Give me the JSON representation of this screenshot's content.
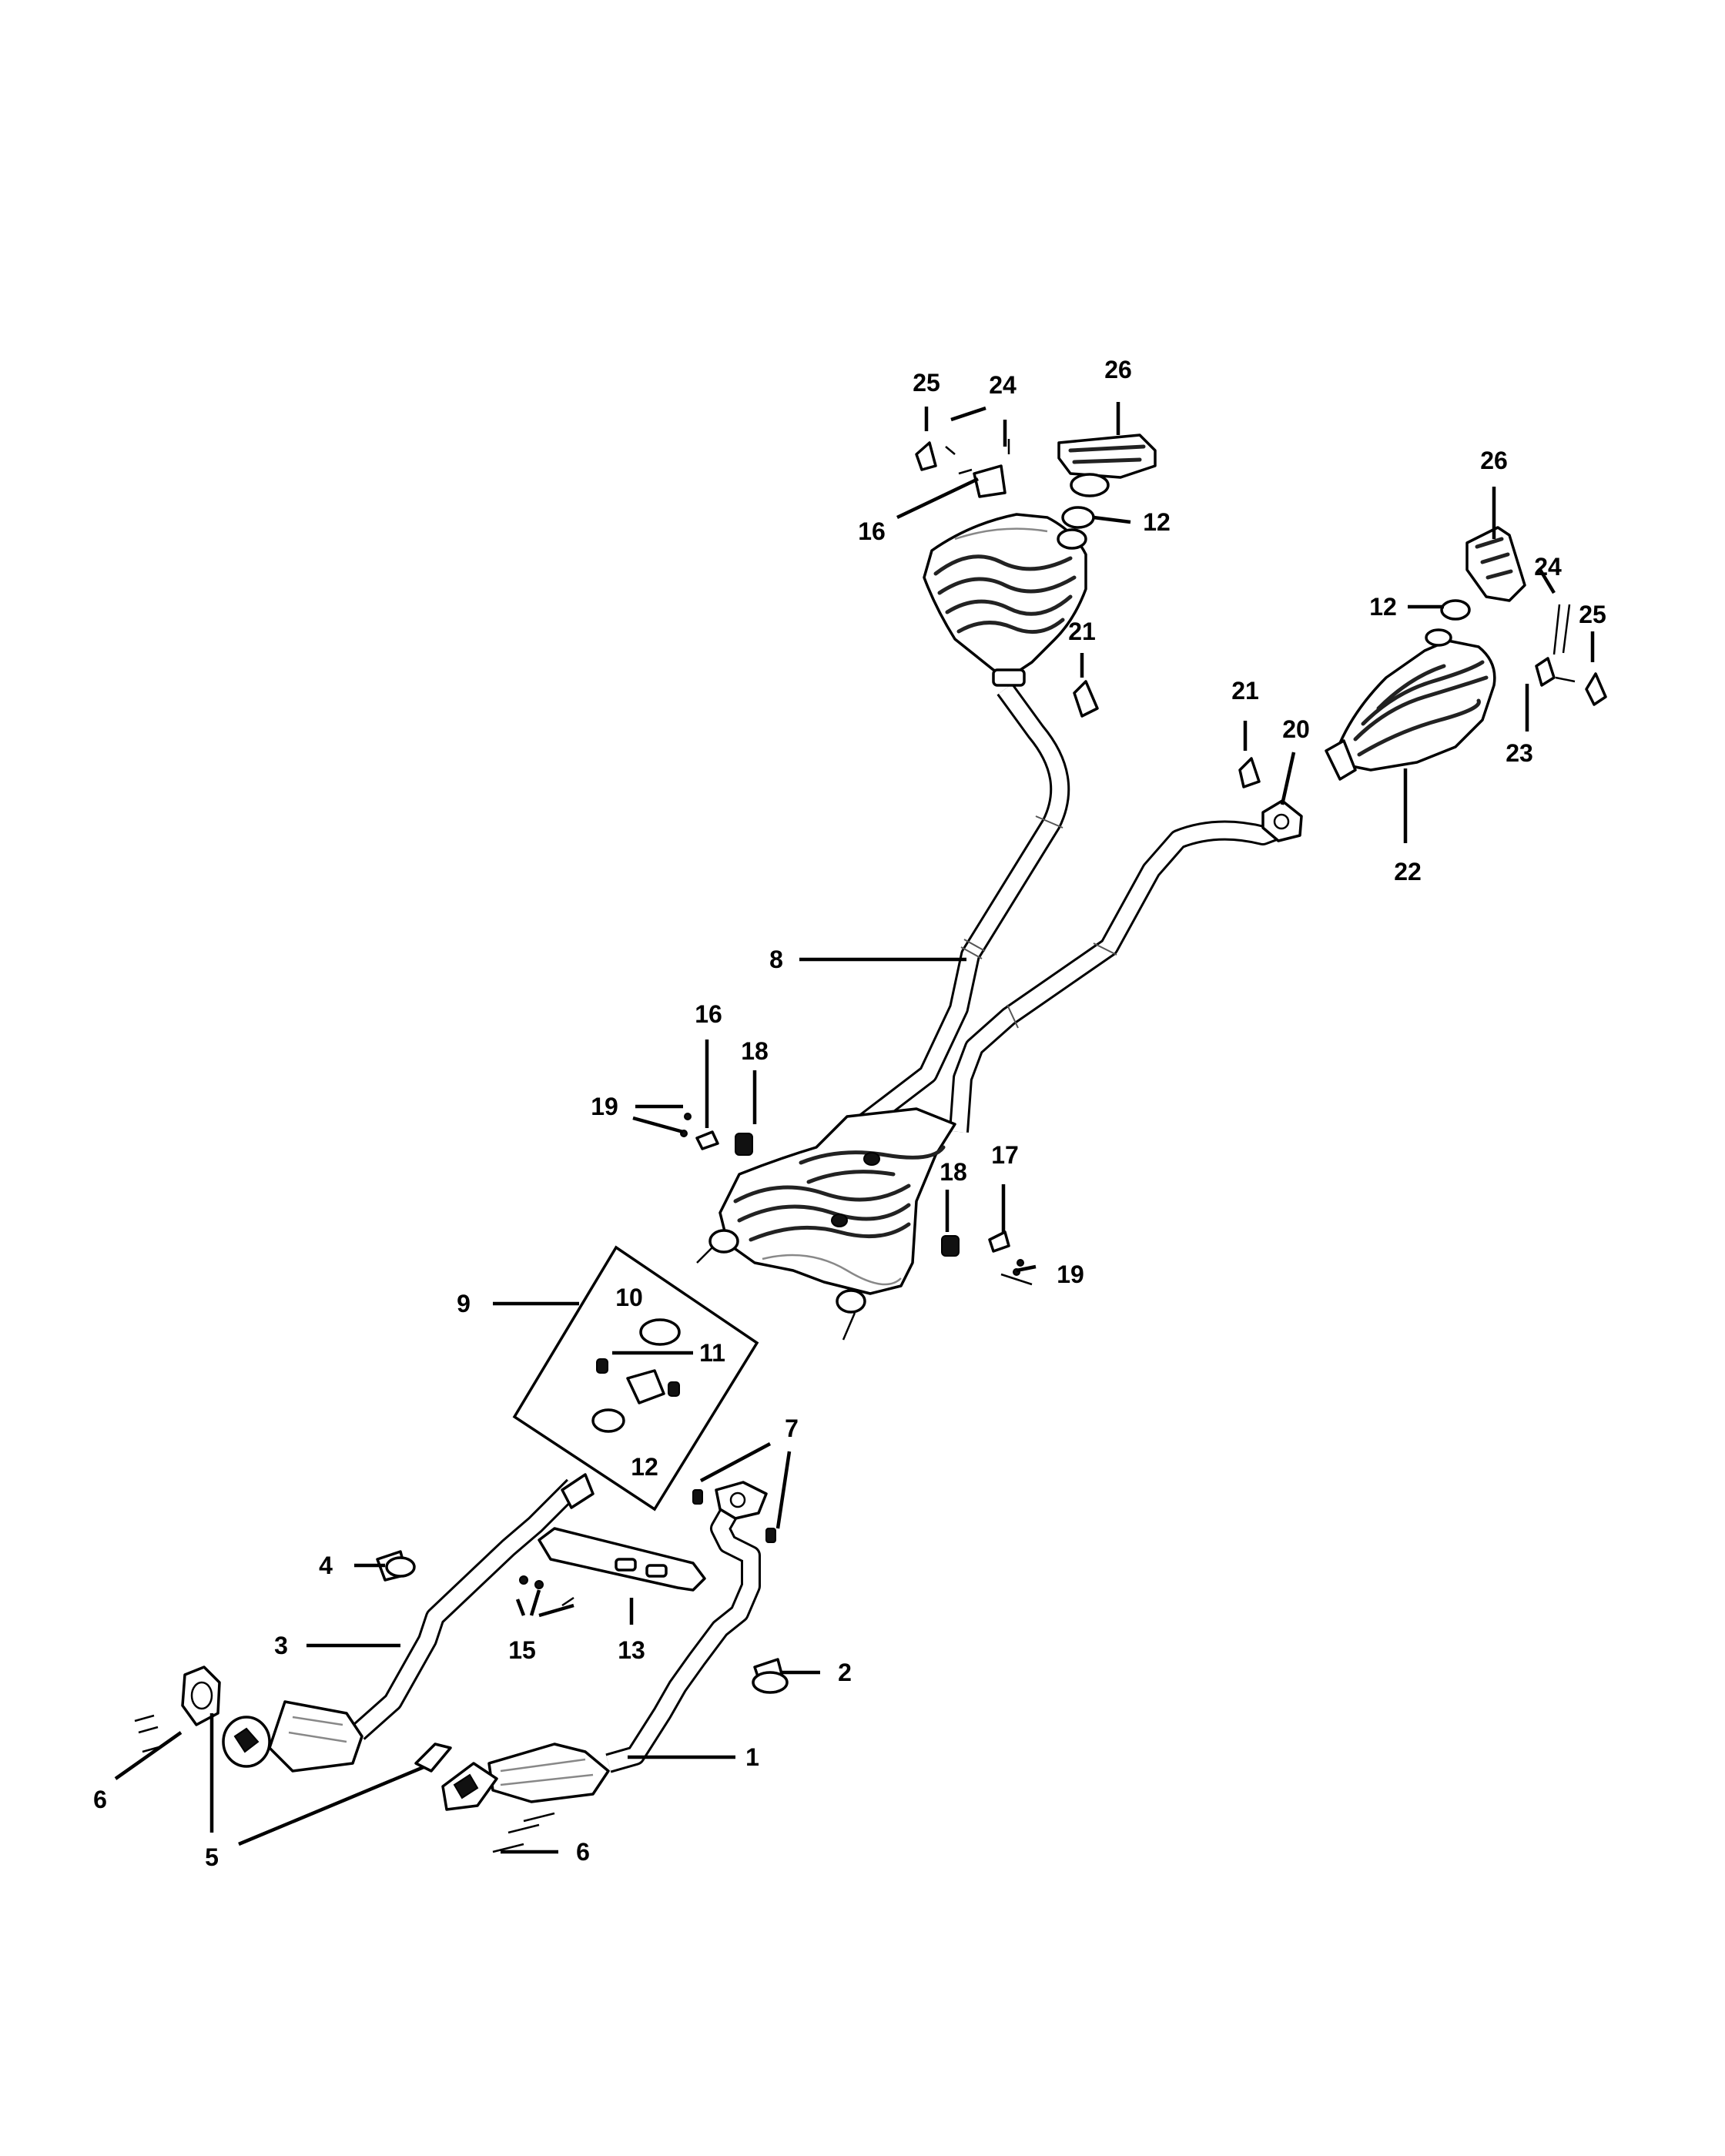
{
  "labels": {
    "l1": "1",
    "l2": "2",
    "l3": "3",
    "l4": "4",
    "l5": "5",
    "l6a": "6",
    "l6b": "6",
    "l7": "7",
    "l8": "8",
    "l9": "9",
    "l10": "10",
    "l11": "11",
    "l12a": "12",
    "l12b": "12",
    "l12c": "12",
    "l13": "13",
    "l15": "15",
    "l16a": "16",
    "l16b": "16",
    "l17": "17",
    "l18a": "18",
    "l18b": "18",
    "l19a": "19",
    "l19b": "19",
    "l20": "20",
    "l21a": "21",
    "l21b": "21",
    "l22": "22",
    "l23": "23",
    "l24a": "24",
    "l24b": "24",
    "l25a": "25",
    "l25b": "25",
    "l26a": "26",
    "l26b": "26"
  }
}
